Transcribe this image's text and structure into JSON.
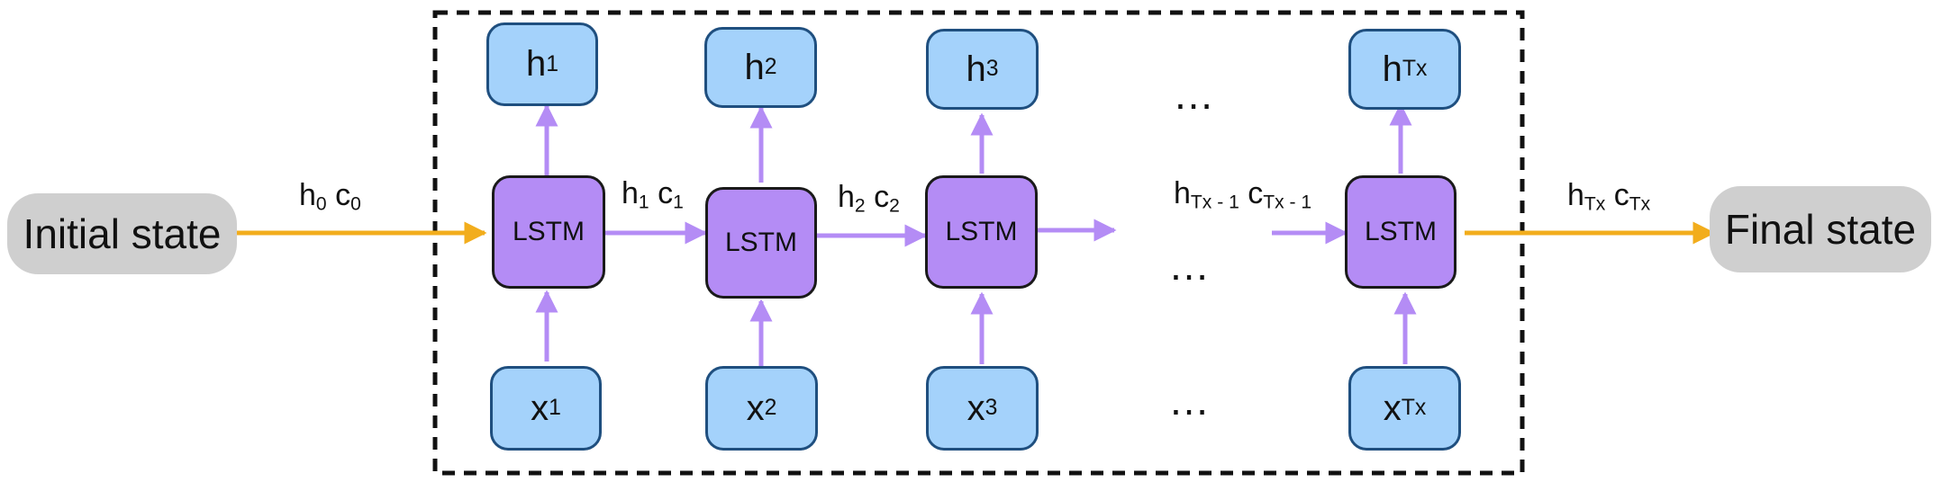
{
  "initial_state": "Initial state",
  "final_state": "Final state",
  "lstm_label": "LSTM",
  "ellipsis": "…",
  "colors": {
    "lstm_fill": "#b48cf5",
    "io_fill": "#a4d2fb",
    "state_fill": "#cfcfcf",
    "recurrent_arrow": "#b48cf5",
    "state_arrow": "#f2ad1c"
  },
  "cells": [
    {
      "h": "h",
      "h_sub": "1",
      "x": "x",
      "x_sub": "1"
    },
    {
      "h": "h",
      "h_sub": "2",
      "x": "x",
      "x_sub": "2"
    },
    {
      "h": "h",
      "h_sub": "3",
      "x": "x",
      "x_sub": "3"
    },
    {
      "h": "h",
      "h_sub": "Tx",
      "x": "x",
      "x_sub": "Tx"
    }
  ],
  "edge_labels": {
    "h0c0": {
      "h": "h",
      "h_sub": "0",
      "c": "c",
      "c_sub": "0"
    },
    "h1c1": {
      "h": "h",
      "h_sub": "1",
      "c": "c",
      "c_sub": "1"
    },
    "h2c2": {
      "h": "h",
      "h_sub": "2",
      "c": "c",
      "c_sub": "2"
    },
    "hTx1": {
      "h": "h",
      "h_sub": "Tx - 1",
      "c": "c",
      "c_sub": "Tx - 1"
    },
    "hTxcTx": {
      "h": "h",
      "h_sub": "Tx",
      "c": "c",
      "c_sub": "Tx"
    }
  }
}
